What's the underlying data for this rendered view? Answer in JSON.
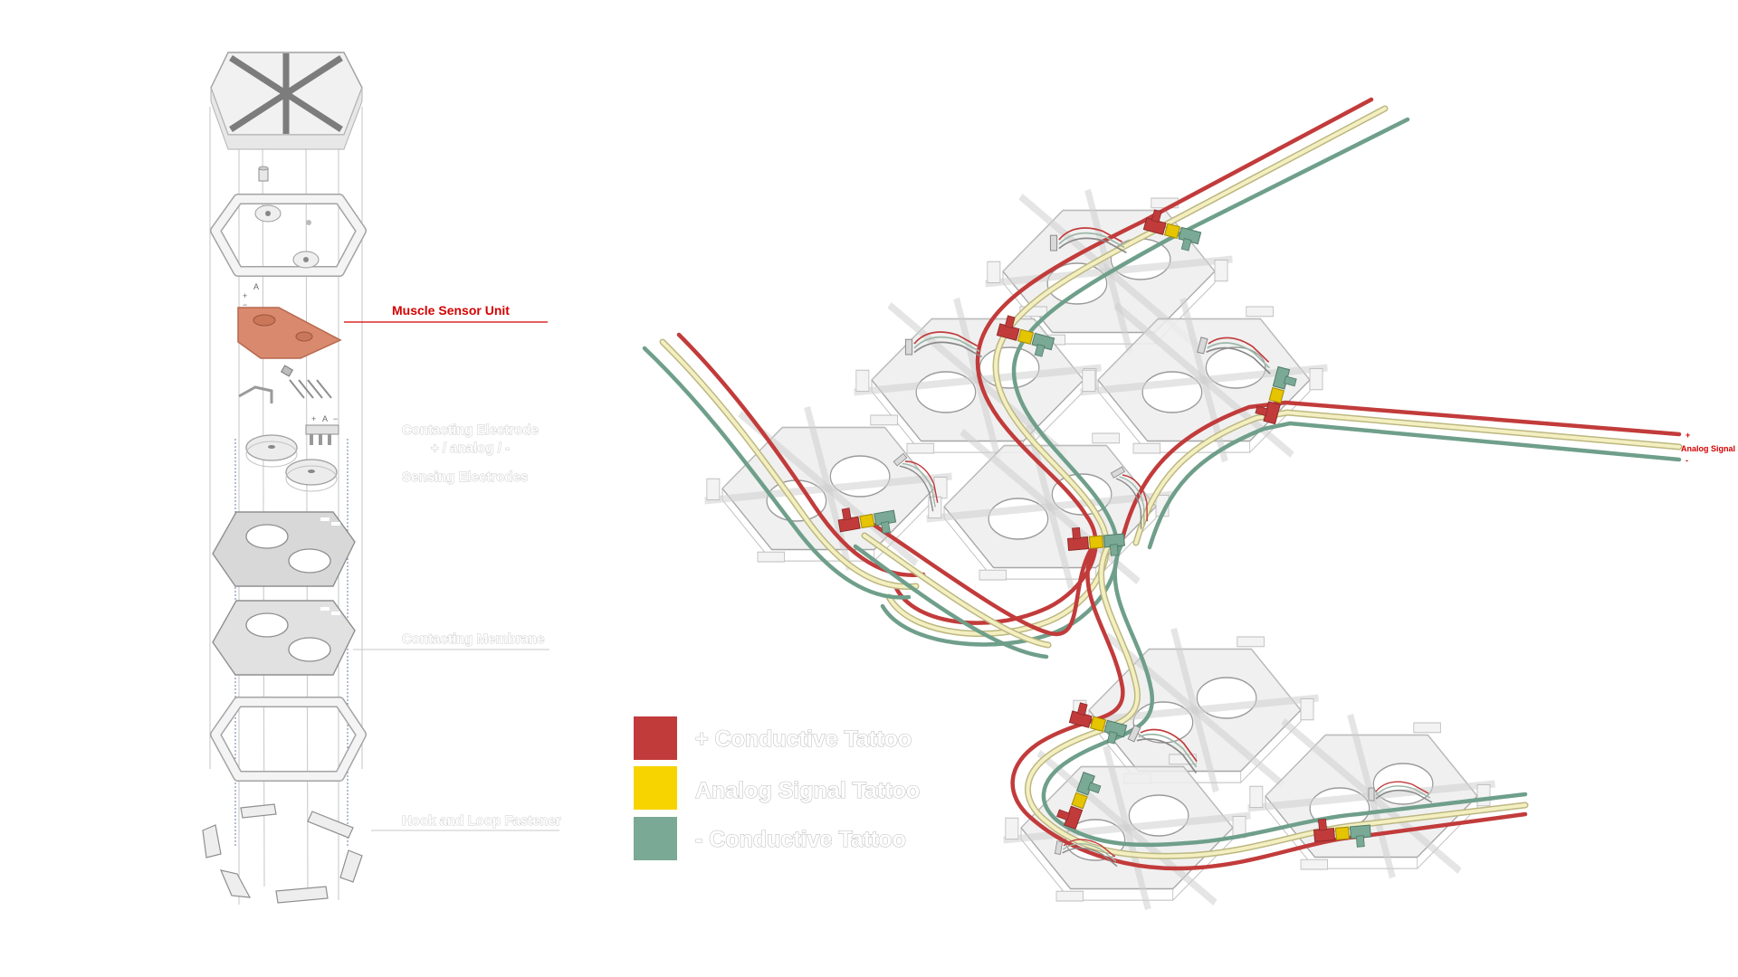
{
  "labels": {
    "muscle_sensor_unit": "Muscle Sensor Unit",
    "contacting_electrode_line1": "Contacting Electrode",
    "contacting_electrode_line2": "+ / analog / -",
    "sensing_electrodes": "Sensing Electrodes",
    "contacting_membrane": "Contacting Membrane",
    "hook_loop_fastener": "Hook and Loop Fastener"
  },
  "signal": {
    "plus": "+",
    "name": "Analog Signal",
    "minus": "-"
  },
  "legend": [
    {
      "label": "+ Conductive Tattoo",
      "color": "#c23b3b"
    },
    {
      "label": "Analog Signal Tattoo",
      "color": "#f7d400"
    },
    {
      "label": "- Conductive Tattoo",
      "color": "#7aa996"
    }
  ],
  "colors": {
    "positive_trace": "#c23b3b",
    "analog_trace_fill": "#f3efc0",
    "negative_trace": "#6f9f8b",
    "highlight_layer": "#d98a6e",
    "highlight_text": "#d40000",
    "module_fill": "#ececec",
    "outline": "#a9a9a9"
  }
}
